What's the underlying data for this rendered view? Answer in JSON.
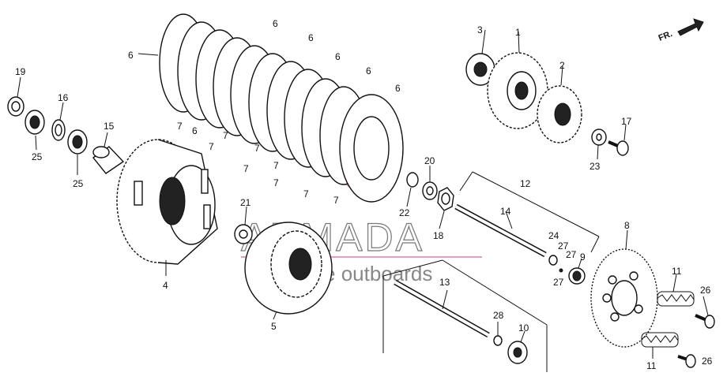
{
  "watermark": {
    "brand": "ARMADA",
    "tagline": "marine outboards",
    "brand_color": "#777777",
    "accent_color": "#e79cc6"
  },
  "direction_arrow": {
    "label": "FR."
  },
  "callouts": {
    "c1": "1",
    "c2": "2",
    "c3": "3",
    "c4": "4",
    "c5": "5",
    "c6a": "6",
    "c6b": "6",
    "c6c": "6",
    "c6d": "6",
    "c6e": "6",
    "c6f": "6",
    "c6g": "6",
    "c7a": "7",
    "c7b": "7",
    "c7c": "7",
    "c7d": "7",
    "c7e": "7",
    "c7f": "7",
    "c7g": "7",
    "c7h": "7",
    "c7i": "7",
    "c8": "8",
    "c9": "9",
    "c10": "10",
    "c11a": "11",
    "c11b": "11",
    "c12": "12",
    "c13": "13",
    "c14": "14",
    "c15": "15",
    "c16": "16",
    "c17": "17",
    "c18": "18",
    "c19": "19",
    "c20": "20",
    "c21": "21",
    "c22": "22",
    "c23": "23",
    "c24": "24",
    "c25a": "25",
    "c25b": "25",
    "c26a": "26",
    "c26b": "26",
    "c27a": "27",
    "c27b": "27",
    "c27c": "27",
    "c28": "28"
  }
}
